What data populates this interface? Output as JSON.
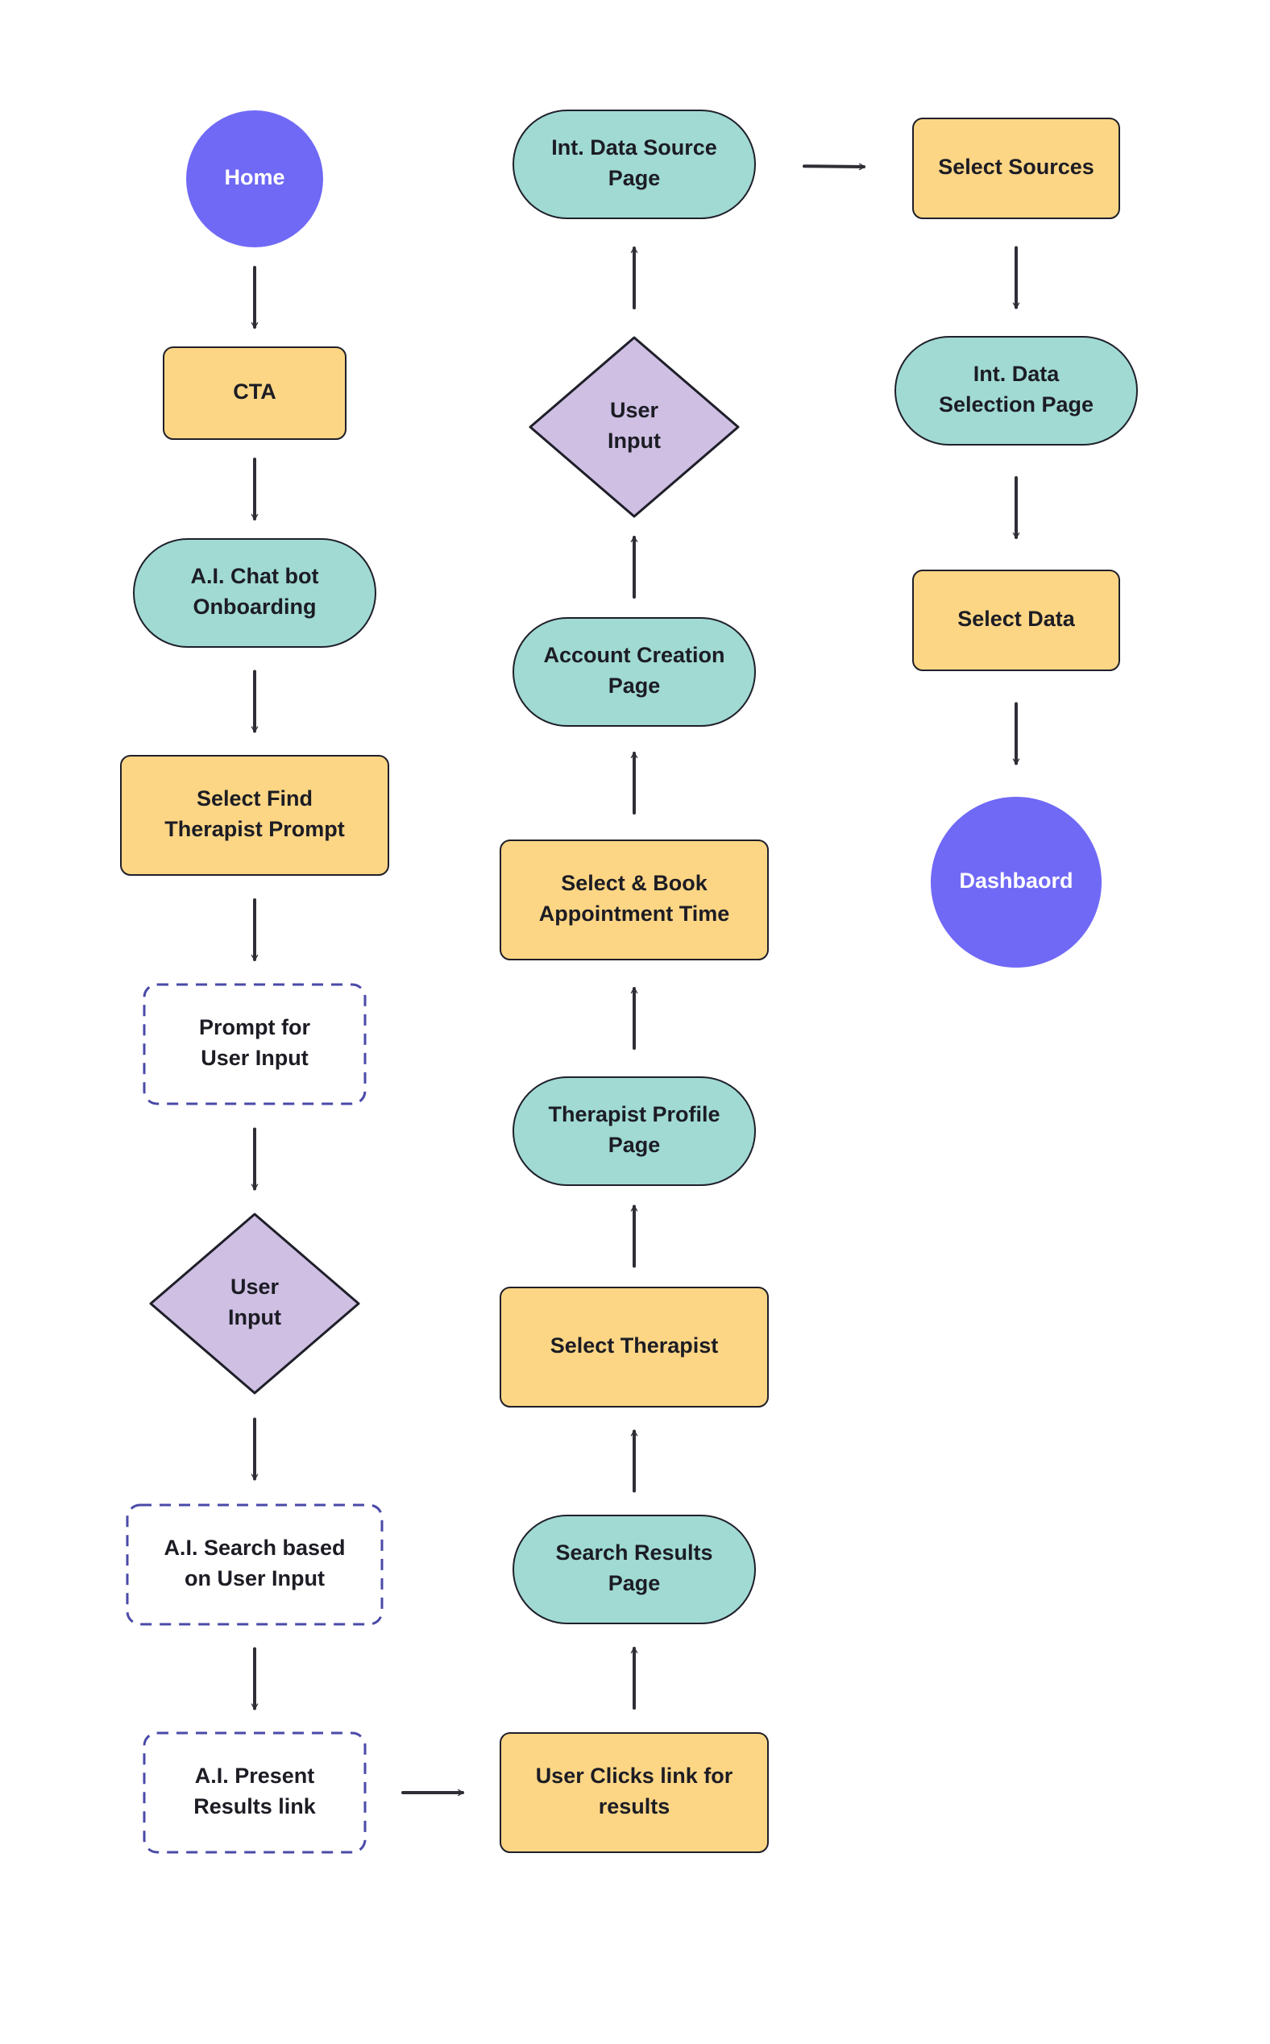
{
  "colors": {
    "circle": "#7069f5",
    "circle_text": "#ffffff",
    "rect": "#fdd685",
    "pill": "#a0dad3",
    "diamond": "#cebfe3",
    "dashed_stroke": "#4a4aa8",
    "stroke": "#1f1f2a",
    "arrow": "#2e2e36",
    "text": "#1c1c24"
  },
  "nodes": [
    {
      "id": "home",
      "shape": "circle",
      "lines": [
        "Home"
      ]
    },
    {
      "id": "cta",
      "shape": "rect",
      "lines": [
        "CTA"
      ]
    },
    {
      "id": "ai-chatbot-onboarding",
      "shape": "pill",
      "lines": [
        "A.I. Chat bot",
        "Onboarding"
      ]
    },
    {
      "id": "select-find-therapist-prompt",
      "shape": "rect",
      "lines": [
        "Select Find",
        "Therapist Prompt"
      ]
    },
    {
      "id": "prompt-for-user-input",
      "shape": "dashed",
      "lines": [
        "Prompt for",
        "User Input"
      ]
    },
    {
      "id": "user-input-1",
      "shape": "diamond",
      "lines": [
        "User",
        "Input"
      ]
    },
    {
      "id": "ai-search",
      "shape": "dashed",
      "lines": [
        "A.I. Search based",
        "on User Input"
      ]
    },
    {
      "id": "ai-present-results",
      "shape": "dashed",
      "lines": [
        "A.I. Present",
        "Results link"
      ]
    },
    {
      "id": "user-clicks-link",
      "shape": "rect",
      "lines": [
        "User Clicks link for",
        "results"
      ]
    },
    {
      "id": "search-results-page",
      "shape": "pill",
      "lines": [
        "Search Results",
        "Page"
      ]
    },
    {
      "id": "select-therapist",
      "shape": "rect",
      "lines": [
        "Select Therapist"
      ]
    },
    {
      "id": "therapist-profile-page",
      "shape": "pill",
      "lines": [
        "Therapist Profile",
        "Page"
      ]
    },
    {
      "id": "select-book-appointment",
      "shape": "rect",
      "lines": [
        "Select & Book",
        "Appointment Time"
      ]
    },
    {
      "id": "account-creation-page",
      "shape": "pill",
      "lines": [
        "Account Creation",
        "Page"
      ]
    },
    {
      "id": "user-input-2",
      "shape": "diamond",
      "lines": [
        "User",
        "Input"
      ]
    },
    {
      "id": "int-data-source-page",
      "shape": "pill",
      "lines": [
        "Int. Data Source",
        "Page"
      ]
    },
    {
      "id": "select-sources",
      "shape": "rect",
      "lines": [
        "Select Sources"
      ]
    },
    {
      "id": "int-data-selection-page",
      "shape": "pill",
      "lines": [
        "Int. Data",
        "Selection Page"
      ]
    },
    {
      "id": "select-data",
      "shape": "rect",
      "lines": [
        "Select Data"
      ]
    },
    {
      "id": "dashboard",
      "shape": "circle",
      "lines": [
        "Dashbaord"
      ]
    }
  ],
  "edges": [
    {
      "from": "home",
      "to": "cta"
    },
    {
      "from": "cta",
      "to": "ai-chatbot-onboarding"
    },
    {
      "from": "ai-chatbot-onboarding",
      "to": "select-find-therapist-prompt"
    },
    {
      "from": "select-find-therapist-prompt",
      "to": "prompt-for-user-input"
    },
    {
      "from": "prompt-for-user-input",
      "to": "user-input-1"
    },
    {
      "from": "user-input-1",
      "to": "ai-search"
    },
    {
      "from": "ai-search",
      "to": "ai-present-results"
    },
    {
      "from": "ai-present-results",
      "to": "user-clicks-link"
    },
    {
      "from": "user-clicks-link",
      "to": "search-results-page"
    },
    {
      "from": "search-results-page",
      "to": "select-therapist"
    },
    {
      "from": "select-therapist",
      "to": "therapist-profile-page"
    },
    {
      "from": "therapist-profile-page",
      "to": "select-book-appointment"
    },
    {
      "from": "select-book-appointment",
      "to": "account-creation-page"
    },
    {
      "from": "account-creation-page",
      "to": "user-input-2"
    },
    {
      "from": "user-input-2",
      "to": "int-data-source-page"
    },
    {
      "from": "int-data-source-page",
      "to": "select-sources"
    },
    {
      "from": "select-sources",
      "to": "int-data-selection-page"
    },
    {
      "from": "int-data-selection-page",
      "to": "select-data"
    },
    {
      "from": "select-data",
      "to": "dashboard"
    }
  ]
}
